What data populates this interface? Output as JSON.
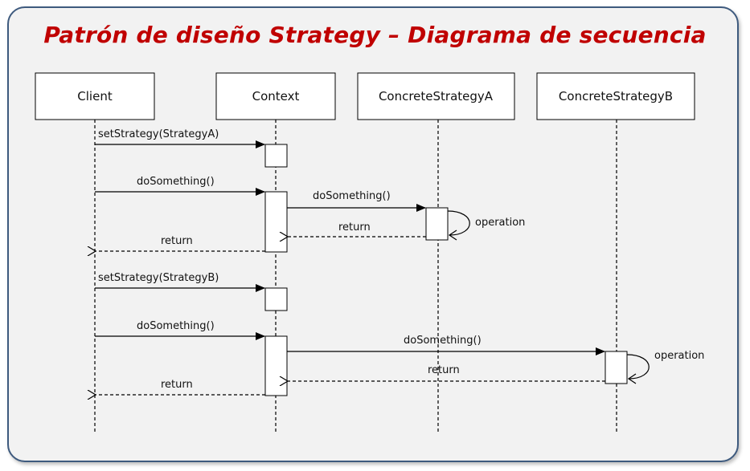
{
  "title": "Patrón de diseño Strategy – Diagrama de secuencia",
  "colors": {
    "title": "#c00000",
    "frame_border": "#3e5a7e",
    "frame_fill": "#f2f2f2",
    "lines": "#000000"
  },
  "participants": [
    {
      "id": "client",
      "label": "Client"
    },
    {
      "id": "context",
      "label": "Context"
    },
    {
      "id": "strategyA",
      "label": "ConcreteStrategyA"
    },
    {
      "id": "strategyB",
      "label": "ConcreteStrategyB"
    }
  ],
  "messages": [
    {
      "id": "m1",
      "from": "client",
      "to": "context",
      "label": "setStrategy(StrategyA)",
      "kind": "sync"
    },
    {
      "id": "m2",
      "from": "client",
      "to": "context",
      "label": "doSomething()",
      "kind": "sync"
    },
    {
      "id": "m3",
      "from": "context",
      "to": "strategyA",
      "label": "doSomething()",
      "kind": "sync"
    },
    {
      "id": "m4",
      "from": "strategyA",
      "to": "strategyA",
      "label": "operation",
      "kind": "self"
    },
    {
      "id": "m5",
      "from": "strategyA",
      "to": "context",
      "label": "return",
      "kind": "return"
    },
    {
      "id": "m6",
      "from": "context",
      "to": "client",
      "label": "return",
      "kind": "return"
    },
    {
      "id": "m7",
      "from": "client",
      "to": "context",
      "label": "setStrategy(StrategyB)",
      "kind": "sync"
    },
    {
      "id": "m8",
      "from": "client",
      "to": "context",
      "label": "doSomething()",
      "kind": "sync"
    },
    {
      "id": "m9",
      "from": "context",
      "to": "strategyB",
      "label": "doSomething()",
      "kind": "sync"
    },
    {
      "id": "m10",
      "from": "strategyB",
      "to": "strategyB",
      "label": "operation",
      "kind": "self"
    },
    {
      "id": "m11",
      "from": "strategyB",
      "to": "context",
      "label": "return",
      "kind": "return"
    },
    {
      "id": "m12",
      "from": "context",
      "to": "client",
      "label": "return",
      "kind": "return"
    }
  ]
}
